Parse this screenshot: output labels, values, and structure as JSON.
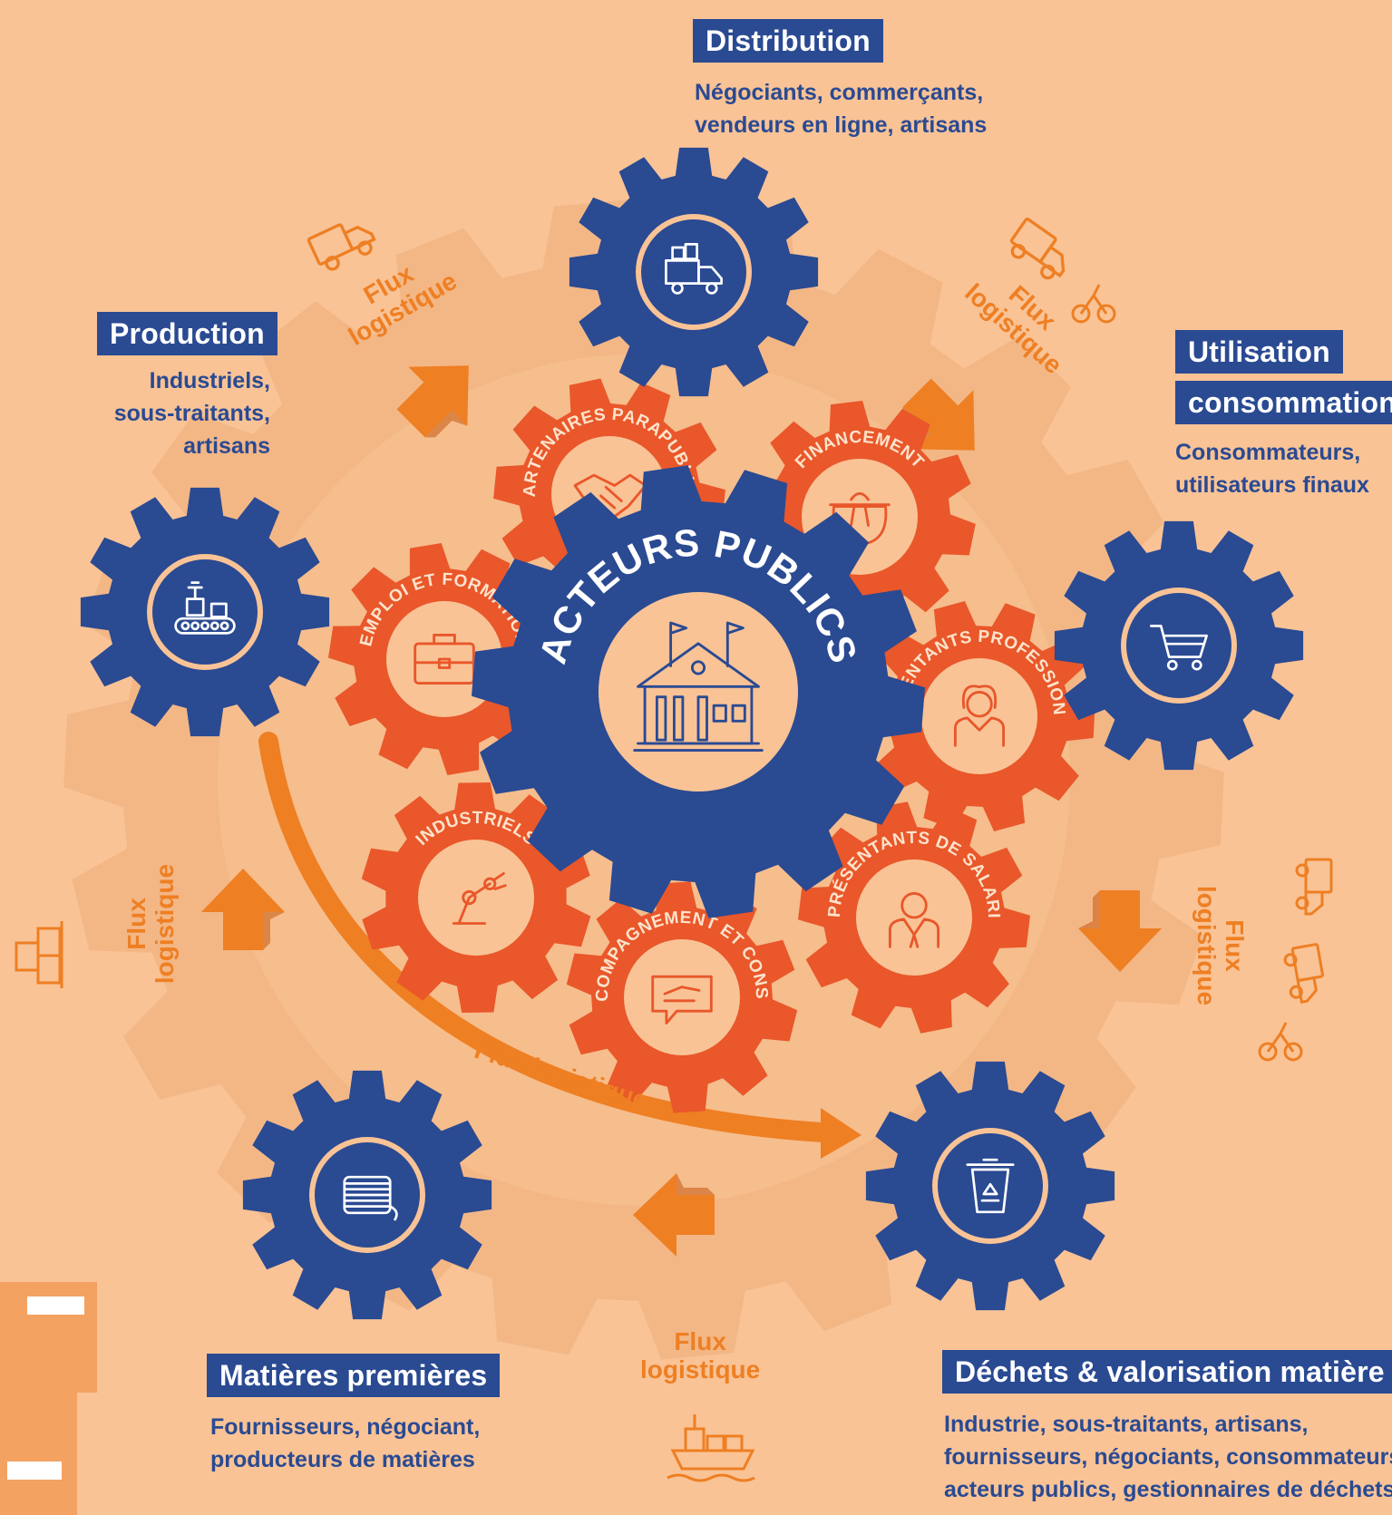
{
  "center": {
    "title": "ACTEURS PUBLICS",
    "icon": "government-building-icon"
  },
  "stages": {
    "distribution": {
      "title": "Distribution",
      "desc": [
        "Négociants, commerçants,",
        "vendeurs en ligne, artisans"
      ],
      "icon": "delivery-truck-icon"
    },
    "production": {
      "title": "Production",
      "desc": [
        "Industriels,",
        "sous-traitants,",
        "artisans"
      ],
      "icon": "conveyor-belt-icon"
    },
    "utilisation": {
      "title": [
        "Utilisation",
        "consommation"
      ],
      "desc": [
        "Consommateurs,",
        "utilisateurs finaux"
      ],
      "icon": "shopping-cart-icon"
    },
    "matieres": {
      "title": "Matières premières",
      "desc": [
        "Fournisseurs, négociant,",
        "producteurs de matières"
      ],
      "icon": "wire-spool-icon"
    },
    "dechets": {
      "title": "Déchets & valorisation matière",
      "desc": [
        "Industrie, sous-traitants, artisans,",
        "fournisseurs, négociants, consommateurs,",
        "acteurs publics, gestionnaires de déchets"
      ],
      "icon": "recycle-bin-icon"
    }
  },
  "actors": [
    {
      "label": "PARTENAIRES PARAPUBLICS",
      "icon": "handshake-icon"
    },
    {
      "label": "FINANCEMENT",
      "icon": "purse-icon"
    },
    {
      "label": "EMPLOI ET FORMATION",
      "icon": "briefcase-icon"
    },
    {
      "label": "REPRÉSENTANTS PROFESSIONNELS",
      "icon": "businesswoman-icon"
    },
    {
      "label": "INDUSTRIELS",
      "icon": "robot-arm-icon"
    },
    {
      "label": "REPRÉSENTANTS DE SALARIÉS",
      "icon": "employee-icon"
    },
    {
      "label": "ACCOMPAGNEMENT ET CONSEIL",
      "icon": "advice-chat-icon"
    }
  ],
  "flux": {
    "two_line": [
      "Flux",
      "logistique"
    ],
    "one_line": "Flux logistique"
  },
  "colors": {
    "background": "#f9c396",
    "blue": "#2a4a92",
    "red_orange": "#e9572a",
    "orange": "#ee7f23",
    "ring": "#f3b786"
  }
}
